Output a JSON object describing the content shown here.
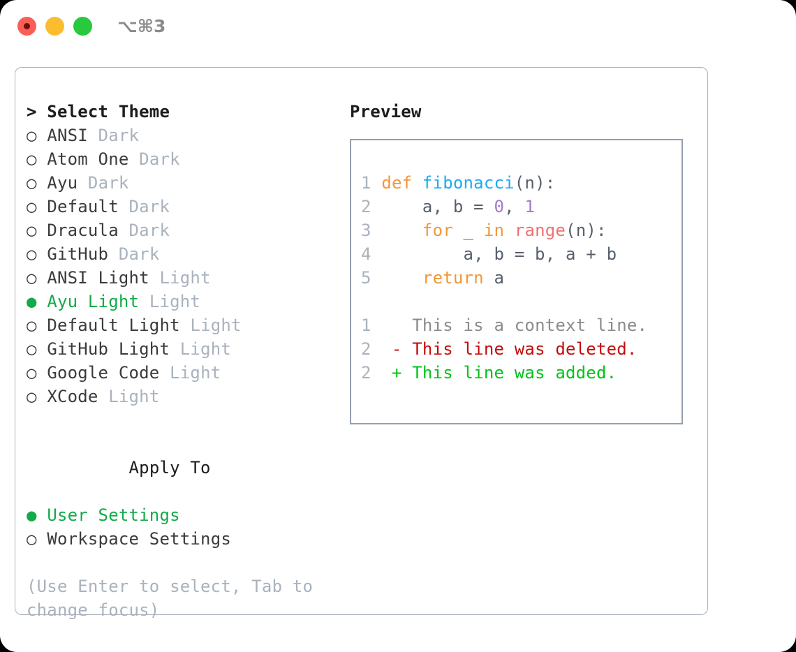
{
  "titlebar": {
    "shortcut": "⌥⌘3",
    "buttons": [
      "close",
      "minimize",
      "maximize"
    ]
  },
  "theme_section": {
    "header": "> Select Theme",
    "items": [
      {
        "marker": "○",
        "label": "ANSI",
        "kind": "Dark",
        "selected": false
      },
      {
        "marker": "○",
        "label": "Atom One",
        "kind": "Dark",
        "selected": false
      },
      {
        "marker": "○",
        "label": "Ayu",
        "kind": "Dark",
        "selected": false
      },
      {
        "marker": "○",
        "label": "Default",
        "kind": "Dark",
        "selected": false
      },
      {
        "marker": "○",
        "label": "Dracula",
        "kind": "Dark",
        "selected": false
      },
      {
        "marker": "○",
        "label": "GitHub",
        "kind": "Dark",
        "selected": false
      },
      {
        "marker": "○",
        "label": "ANSI Light",
        "kind": "Light",
        "selected": false
      },
      {
        "marker": "●",
        "label": "Ayu Light",
        "kind": "Light",
        "selected": true
      },
      {
        "marker": "○",
        "label": "Default Light",
        "kind": "Light",
        "selected": false
      },
      {
        "marker": "○",
        "label": "GitHub Light",
        "kind": "Light",
        "selected": false
      },
      {
        "marker": "○",
        "label": "Google Code",
        "kind": "Light",
        "selected": false
      },
      {
        "marker": "○",
        "label": "XCode",
        "kind": "Light",
        "selected": false
      }
    ]
  },
  "apply_section": {
    "header": "Apply To",
    "items": [
      {
        "marker": "●",
        "label": "User Settings",
        "selected": true
      },
      {
        "marker": "○",
        "label": "Workspace Settings",
        "selected": false
      }
    ]
  },
  "hint": "(Use Enter to select, Tab to change focus)",
  "preview": {
    "title": "Preview",
    "code_lines": [
      {
        "no": "1",
        "tokens": [
          {
            "t": "def",
            "c": "kw"
          },
          {
            "t": " ",
            "c": "punc"
          },
          {
            "t": "fibonacci",
            "c": "fn"
          },
          {
            "t": "(n):",
            "c": "punc"
          }
        ]
      },
      {
        "no": "2",
        "tokens": [
          {
            "t": "    a, b = ",
            "c": "punc"
          },
          {
            "t": "0",
            "c": "num"
          },
          {
            "t": ", ",
            "c": "punc"
          },
          {
            "t": "1",
            "c": "num"
          }
        ]
      },
      {
        "no": "3",
        "tokens": [
          {
            "t": "    ",
            "c": "punc"
          },
          {
            "t": "for",
            "c": "kw"
          },
          {
            "t": " _ ",
            "c": "punc"
          },
          {
            "t": "in",
            "c": "kw"
          },
          {
            "t": " ",
            "c": "punc"
          },
          {
            "t": "range",
            "c": "builtin"
          },
          {
            "t": "(n):",
            "c": "punc"
          }
        ]
      },
      {
        "no": "4",
        "tokens": [
          {
            "t": "        a, b = b, a + b",
            "c": "punc"
          }
        ]
      },
      {
        "no": "5",
        "tokens": [
          {
            "t": "    ",
            "c": "punc"
          },
          {
            "t": "return",
            "c": "kw"
          },
          {
            "t": " a",
            "c": "punc"
          }
        ]
      }
    ],
    "diff_lines": [
      {
        "no": "1",
        "sign": " ",
        "text": " This is a context line.",
        "kind": "context"
      },
      {
        "no": "2",
        "sign": "-",
        "text": " This line was deleted.",
        "kind": "deleted"
      },
      {
        "no": "2",
        "sign": "+",
        "text": " This line was added.",
        "kind": "added"
      }
    ]
  },
  "colors": {
    "accent_green": "#13ab4a",
    "muted": "#a9b2bd",
    "keyword": "#f2973a",
    "function": "#1eabee",
    "number": "#a37acc",
    "builtin": "#f07171",
    "diff_deleted": "#c40d0d",
    "diff_added": "#00c418",
    "border": "#aab2bd"
  }
}
